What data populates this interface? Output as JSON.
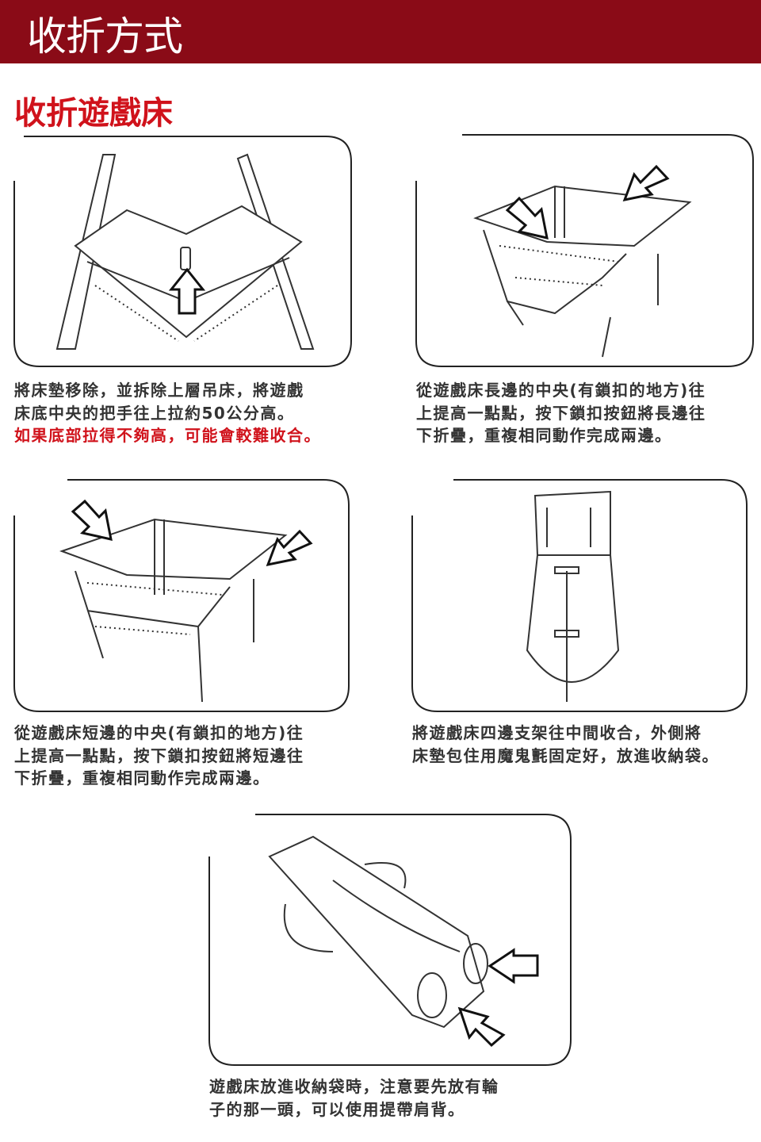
{
  "header": {
    "title": "收折方式"
  },
  "section": {
    "title": "收折遊戲床"
  },
  "steps": [
    {
      "lines": [
        "將床墊移除，並拆除上層吊床，將遊戲",
        "床底中央的把手往上拉約50公分高。"
      ],
      "warning": "如果底部拉得不夠高，可能會較難收合。"
    },
    {
      "lines": [
        "從遊戲床長邊的中央(有鎖扣的地方)往",
        "上提高一點點，按下鎖扣按鈕將長邊往",
        "下折疊，重複相同動作完成兩邊。"
      ]
    },
    {
      "lines": [
        "從遊戲床短邊的中央(有鎖扣的地方)往",
        "上提高一點點，按下鎖扣按鈕將短邊往",
        "下折疊，重複相同動作完成兩邊。"
      ]
    },
    {
      "lines": [
        "將遊戲床四邊支架往中間收合，外側將",
        "床墊包住用魔鬼氈固定好，放進收納袋。"
      ]
    },
    {
      "lines": [
        "遊戲床放進收納袋時，注意要先放有輪",
        "子的那一頭，可以使用提帶肩背。"
      ]
    }
  ],
  "colors": {
    "banner": "#8a0b17",
    "accent": "#d0121b"
  }
}
